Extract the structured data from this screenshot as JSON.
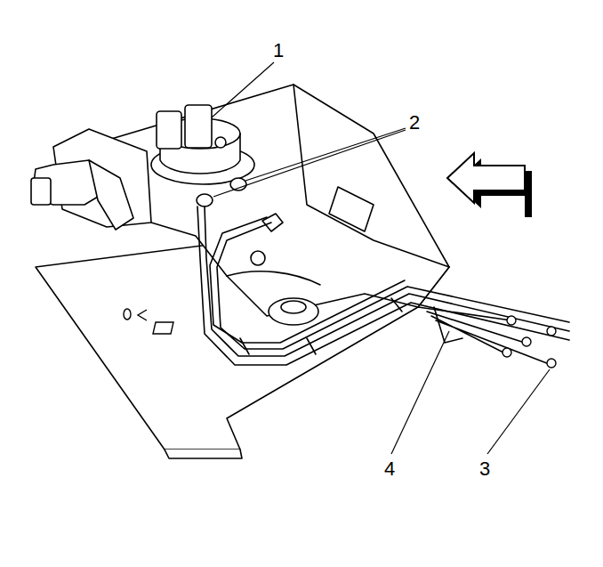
{
  "diagram": {
    "labels": [
      "1",
      "2",
      "4",
      "3"
    ]
  }
}
